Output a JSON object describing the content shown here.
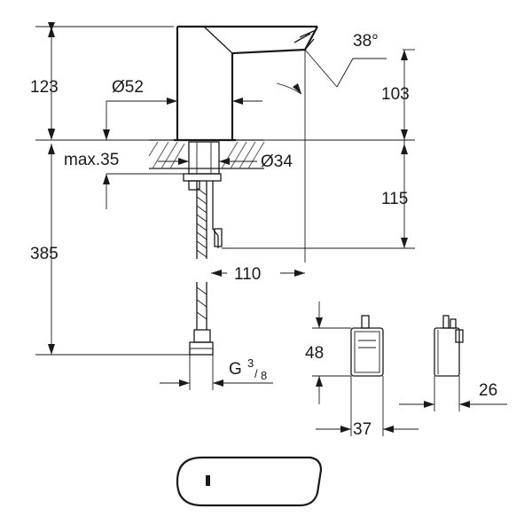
{
  "dimensions": {
    "d123": "123",
    "d52": "Ø52",
    "d38": "38°",
    "d103": "103",
    "dmax35": "max.35",
    "d34": "Ø34",
    "d115": "115",
    "d385": "385",
    "d110": "110",
    "dG": "G",
    "dG_sup": "3",
    "dG_sub": "8",
    "d48": "48",
    "d37": "37",
    "d26": "26"
  }
}
